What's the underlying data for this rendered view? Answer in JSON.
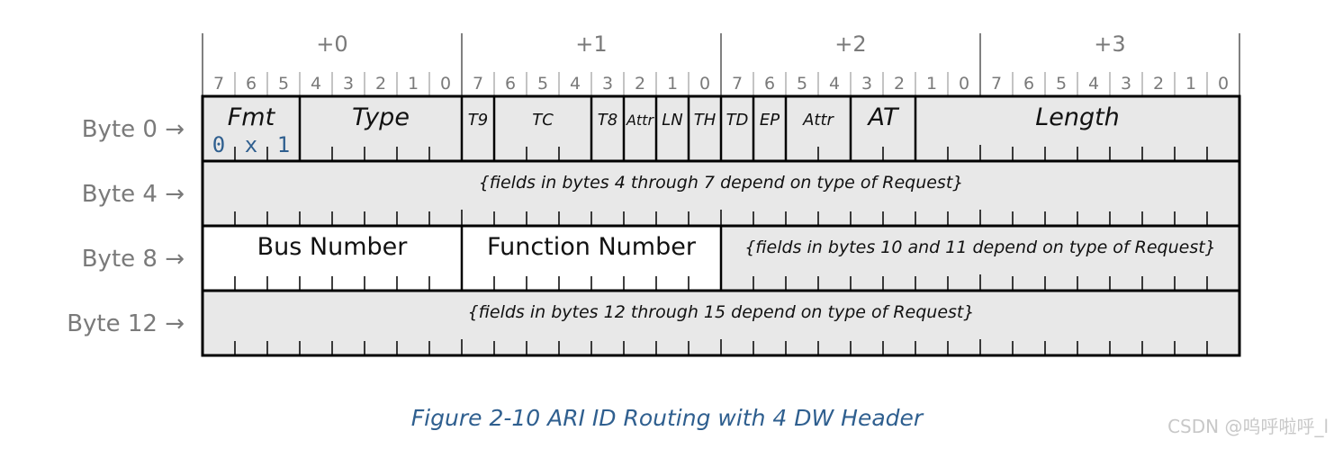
{
  "byte_offsets": [
    "+0",
    "+1",
    "+2",
    "+3"
  ],
  "bit_labels": [
    "7",
    "6",
    "5",
    "4",
    "3",
    "2",
    "1",
    "0"
  ],
  "row_labels": [
    "Byte 0 →",
    "Byte 4 →",
    "Byte 8 →",
    "Byte 12 →"
  ],
  "rows": [
    {
      "fields": [
        {
          "label": "Fmt",
          "bits": 3,
          "style": "italic",
          "size": "large",
          "fill": "gray",
          "value": [
            "0",
            "x",
            "1"
          ]
        },
        {
          "label": "Type",
          "bits": 5,
          "style": "italic",
          "size": "large",
          "fill": "gray"
        },
        {
          "label": "T9",
          "bits": 1,
          "style": "italic",
          "size": "small",
          "fill": "gray"
        },
        {
          "label": "TC",
          "bits": 3,
          "style": "italic",
          "size": "small",
          "fill": "gray"
        },
        {
          "label": "T8",
          "bits": 1,
          "style": "italic",
          "size": "small",
          "fill": "gray"
        },
        {
          "label": "Attr",
          "bits": 1,
          "style": "italic",
          "size": "small",
          "fill": "gray"
        },
        {
          "label": "LN",
          "bits": 1,
          "style": "italic",
          "size": "small",
          "fill": "gray"
        },
        {
          "label": "TH",
          "bits": 1,
          "style": "italic",
          "size": "small",
          "fill": "gray"
        },
        {
          "label": "TD",
          "bits": 1,
          "style": "italic",
          "size": "small",
          "fill": "gray"
        },
        {
          "label": "EP",
          "bits": 1,
          "style": "italic",
          "size": "small",
          "fill": "gray"
        },
        {
          "label": "Attr",
          "bits": 2,
          "style": "italic",
          "size": "small",
          "fill": "gray"
        },
        {
          "label": "AT",
          "bits": 2,
          "style": "italic",
          "size": "large",
          "fill": "gray"
        },
        {
          "label": "Length",
          "bits": 10,
          "style": "italic",
          "size": "large",
          "fill": "gray"
        }
      ]
    },
    {
      "fields": [
        {
          "label": "{fields in bytes 4 through 7 depend on type of Request}",
          "bits": 32,
          "style": "italic",
          "size": "medium",
          "fill": "gray"
        }
      ]
    },
    {
      "fields": [
        {
          "label": "Bus Number",
          "bits": 8,
          "style": "normal",
          "size": "large",
          "fill": "white"
        },
        {
          "label": "Function Number",
          "bits": 8,
          "style": "normal",
          "size": "large",
          "fill": "white"
        },
        {
          "label": "{fields in bytes 10 and 11 depend on type of Request}",
          "bits": 16,
          "style": "italic",
          "size": "medium",
          "fill": "gray"
        }
      ]
    },
    {
      "fields": [
        {
          "label": "{fields in bytes 12 through 15 depend on type of Request}",
          "bits": 32,
          "style": "italic",
          "size": "medium",
          "fill": "gray"
        }
      ]
    }
  ],
  "caption": "Figure  2-10  ARI ID Routing with 4 DW Header",
  "watermark": "CSDN @呜呼啦呼_l",
  "colors": {
    "field_gray": "#e8e8e8",
    "field_white": "#ffffff",
    "line": "#000000",
    "label_gray": "#7a7a7a",
    "value_blue": "#2f5f8f",
    "caption_blue": "#2f5f8f"
  }
}
